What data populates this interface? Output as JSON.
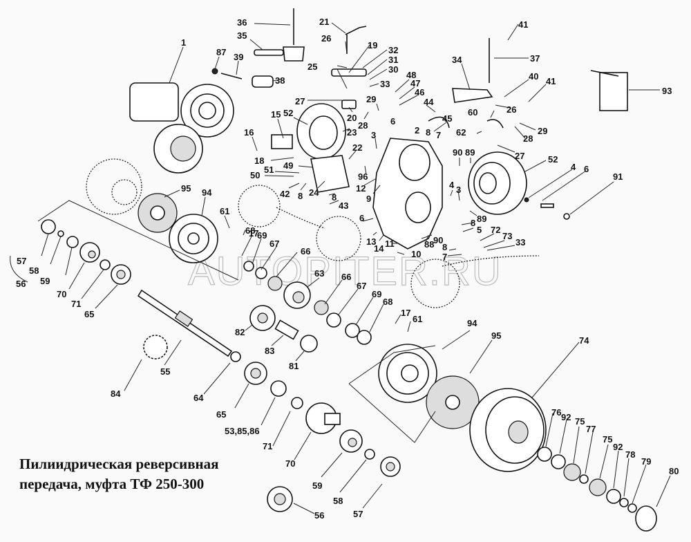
{
  "caption": {
    "line1": "Пилиидрическая реверсивная",
    "line2": "передача,   муфта ТФ 250-300"
  },
  "watermark": "AUTOPITER.RU",
  "callouts": [
    {
      "id": "1",
      "label": "1"
    },
    {
      "id": "36",
      "label": "36"
    },
    {
      "id": "35",
      "label": "35"
    },
    {
      "id": "87",
      "label": "87"
    },
    {
      "id": "39",
      "label": "39"
    },
    {
      "id": "38",
      "label": "38"
    },
    {
      "id": "21",
      "label": "21"
    },
    {
      "id": "26a",
      "label": "26"
    },
    {
      "id": "19",
      "label": "19"
    },
    {
      "id": "32",
      "label": "32"
    },
    {
      "id": "31",
      "label": "31"
    },
    {
      "id": "30",
      "label": "30"
    },
    {
      "id": "25",
      "label": "25"
    },
    {
      "id": "33a",
      "label": "33"
    },
    {
      "id": "27a",
      "label": "27"
    },
    {
      "id": "29a",
      "label": "29"
    },
    {
      "id": "20",
      "label": "20"
    },
    {
      "id": "28a",
      "label": "28"
    },
    {
      "id": "52a",
      "label": "52"
    },
    {
      "id": "15",
      "label": "15"
    },
    {
      "id": "16",
      "label": "16"
    },
    {
      "id": "48",
      "label": "48"
    },
    {
      "id": "47",
      "label": "47"
    },
    {
      "id": "46",
      "label": "46"
    },
    {
      "id": "44",
      "label": "44"
    },
    {
      "id": "45",
      "label": "45"
    },
    {
      "id": "6a",
      "label": "6"
    },
    {
      "id": "2",
      "label": "2"
    },
    {
      "id": "8a",
      "label": "8"
    },
    {
      "id": "7a",
      "label": "7"
    },
    {
      "id": "41a",
      "label": "41"
    },
    {
      "id": "37",
      "label": "37"
    },
    {
      "id": "34",
      "label": "34"
    },
    {
      "id": "40",
      "label": "40"
    },
    {
      "id": "41b",
      "label": "41"
    },
    {
      "id": "26b",
      "label": "26"
    },
    {
      "id": "60",
      "label": "60"
    },
    {
      "id": "62",
      "label": "62"
    },
    {
      "id": "28b",
      "label": "28"
    },
    {
      "id": "29b",
      "label": "29"
    },
    {
      "id": "27b",
      "label": "27"
    },
    {
      "id": "93",
      "label": "93"
    },
    {
      "id": "23",
      "label": "23"
    },
    {
      "id": "3a",
      "label": "3"
    },
    {
      "id": "22",
      "label": "22"
    },
    {
      "id": "18",
      "label": "18"
    },
    {
      "id": "49",
      "label": "49"
    },
    {
      "id": "51",
      "label": "51"
    },
    {
      "id": "50",
      "label": "50"
    },
    {
      "id": "96",
      "label": "96"
    },
    {
      "id": "12",
      "label": "12"
    },
    {
      "id": "9",
      "label": "9"
    },
    {
      "id": "42",
      "label": "42"
    },
    {
      "id": "8b",
      "label": "8"
    },
    {
      "id": "24",
      "label": "24"
    },
    {
      "id": "8c",
      "label": "8"
    },
    {
      "id": "43",
      "label": "43"
    },
    {
      "id": "90a",
      "label": "90"
    },
    {
      "id": "89a",
      "label": "89"
    },
    {
      "id": "52b",
      "label": "52"
    },
    {
      "id": "4a",
      "label": "4"
    },
    {
      "id": "6b",
      "label": "6"
    },
    {
      "id": "91",
      "label": "91"
    },
    {
      "id": "4b",
      "label": "4"
    },
    {
      "id": "3b",
      "label": "3"
    },
    {
      "id": "95a",
      "label": "95"
    },
    {
      "id": "94a",
      "label": "94"
    },
    {
      "id": "61a",
      "label": "61"
    },
    {
      "id": "17a",
      "label": "17"
    },
    {
      "id": "68a",
      "label": "68"
    },
    {
      "id": "69a",
      "label": "69"
    },
    {
      "id": "67a",
      "label": "67"
    },
    {
      "id": "66a",
      "label": "66"
    },
    {
      "id": "6c",
      "label": "6"
    },
    {
      "id": "13",
      "label": "13"
    },
    {
      "id": "14",
      "label": "14"
    },
    {
      "id": "11",
      "label": "11"
    },
    {
      "id": "10",
      "label": "10"
    },
    {
      "id": "89b",
      "label": "89"
    },
    {
      "id": "8d",
      "label": "8"
    },
    {
      "id": "5",
      "label": "5"
    },
    {
      "id": "90b",
      "label": "90"
    },
    {
      "id": "88",
      "label": "88"
    },
    {
      "id": "8e",
      "label": "8"
    },
    {
      "id": "7b",
      "label": "7"
    },
    {
      "id": "72",
      "label": "72"
    },
    {
      "id": "73",
      "label": "73"
    },
    {
      "id": "33b",
      "label": "33"
    },
    {
      "id": "57a",
      "label": "57"
    },
    {
      "id": "58a",
      "label": "58"
    },
    {
      "id": "59a",
      "label": "59"
    },
    {
      "id": "56a",
      "label": "56"
    },
    {
      "id": "70a",
      "label": "70"
    },
    {
      "id": "71a",
      "label": "71"
    },
    {
      "id": "65a",
      "label": "65"
    },
    {
      "id": "63",
      "label": "63"
    },
    {
      "id": "66b",
      "label": "66"
    },
    {
      "id": "67b",
      "label": "67"
    },
    {
      "id": "69b",
      "label": "69"
    },
    {
      "id": "68b",
      "label": "68"
    },
    {
      "id": "82",
      "label": "82"
    },
    {
      "id": "83",
      "label": "83"
    },
    {
      "id": "81",
      "label": "81"
    },
    {
      "id": "17b",
      "label": "17"
    },
    {
      "id": "61b",
      "label": "61"
    },
    {
      "id": "94b",
      "label": "94"
    },
    {
      "id": "95b",
      "label": "95"
    },
    {
      "id": "74",
      "label": "74"
    },
    {
      "id": "84",
      "label": "84"
    },
    {
      "id": "55",
      "label": "55"
    },
    {
      "id": "64",
      "label": "64"
    },
    {
      "id": "65b",
      "label": "65"
    },
    {
      "id": "538586",
      "label": "53,85,86"
    },
    {
      "id": "71b",
      "label": "71"
    },
    {
      "id": "70b",
      "label": "70"
    },
    {
      "id": "59b",
      "label": "59"
    },
    {
      "id": "58b",
      "label": "58"
    },
    {
      "id": "57b",
      "label": "57"
    },
    {
      "id": "56b",
      "label": "56"
    },
    {
      "id": "76",
      "label": "76"
    },
    {
      "id": "92a",
      "label": "92"
    },
    {
      "id": "75a",
      "label": "75"
    },
    {
      "id": "77",
      "label": "77"
    },
    {
      "id": "75b",
      "label": "75"
    },
    {
      "id": "92b",
      "label": "92"
    },
    {
      "id": "78",
      "label": "78"
    },
    {
      "id": "79",
      "label": "79"
    },
    {
      "id": "80",
      "label": "80"
    }
  ]
}
